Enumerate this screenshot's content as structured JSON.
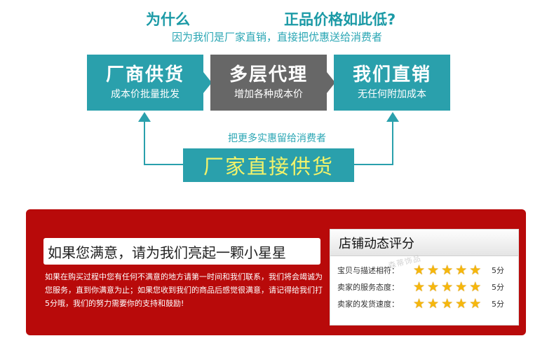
{
  "header": {
    "why": "为什么",
    "why2": "正品价格如此低?",
    "subtitle": "因为我们是厂家直销，直接把优惠送给消费者"
  },
  "flow": {
    "boxes": [
      {
        "title": "厂商供货",
        "sub": "成本价批量批发",
        "color": "#2aa0ac"
      },
      {
        "title": "多层代理",
        "sub": "增加各种成本价",
        "color": "#676767"
      },
      {
        "title": "我们直销",
        "sub": "无任何附加成本",
        "color": "#2aa0ac"
      }
    ],
    "loop_text": "把更多实惠留给消费者",
    "factory": "厂家直接供货",
    "factory_color": "#f3f36a"
  },
  "review": {
    "heading": "如果您满意，请为我们亮起一颗小星星",
    "description": "如果在购买过程中您有任何不满意的地方请第一时间和我们联系，我们将会竭诚为您服务，直到你满意为止；如果您收到我们的商品后感觉很满意，请记得给我们打5分哦，我们的努力需要你的支持和鼓励!",
    "panel_color": "#b80a0a",
    "card": {
      "title": "店铺动态评分",
      "watermark": "森蒂饰品",
      "rows": [
        {
          "label": "宝贝与描述相符：",
          "stars": 5,
          "score": "5分"
        },
        {
          "label": "卖家的服务态度：",
          "stars": 5,
          "score": "5分"
        },
        {
          "label": "卖家的发货速度：",
          "stars": 5,
          "score": "5分"
        }
      ]
    }
  }
}
